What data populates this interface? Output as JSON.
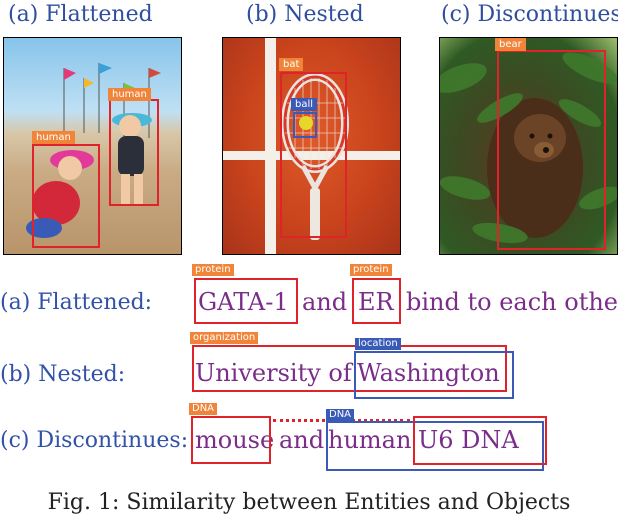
{
  "panels": {
    "a": {
      "title": "(a) Flattened",
      "objects": [
        {
          "label": "human"
        },
        {
          "label": "human"
        }
      ]
    },
    "b": {
      "title": "(b) Nested",
      "objects": [
        {
          "label": "bat"
        },
        {
          "label": "ball"
        }
      ]
    },
    "c": {
      "title": "(c) Discontinues",
      "objects": [
        {
          "label": "bear"
        }
      ]
    }
  },
  "text_rows": {
    "flattened": {
      "label": "(a) Flattened:",
      "tokens": [
        "GATA-1",
        "and",
        "ER",
        "bind to each other"
      ],
      "entities": [
        {
          "type": "protein"
        },
        {
          "type": "protein"
        }
      ]
    },
    "nested": {
      "label": "(b) Nested:",
      "tokens": [
        "University of",
        "Washington"
      ],
      "entities": [
        {
          "type": "organization"
        },
        {
          "type": "location"
        }
      ]
    },
    "discontinues": {
      "label": "(c) Discontinues:",
      "tokens": [
        "mouse",
        "and",
        "human",
        "U6 DNA"
      ],
      "entities": [
        {
          "type": "DNA"
        },
        {
          "type": "DNA"
        }
      ]
    }
  },
  "caption": "Fig. 1: Similarity between Entities and Objects",
  "colors": {
    "title_blue": "#2f4f9e",
    "box_red": "#e0232b",
    "box_blue": "#3a5ab8",
    "tag_orange": "#f0853a",
    "token_purple": "#7b2d8a"
  }
}
